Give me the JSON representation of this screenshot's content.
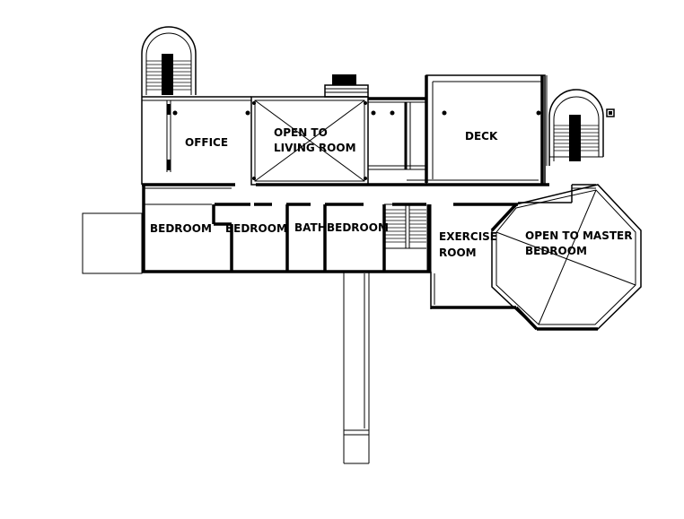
{
  "rooms": {
    "office": "OFFICE",
    "open_living_1": "OPEN TO",
    "open_living_2": "LIVING ROOM",
    "deck": "DECK",
    "bedroom_1": "BEDROOM",
    "bedroom_2": "BEDROOM",
    "bath": "BATH",
    "bedroom_3": "BEDROOM",
    "exercise_1": "EXERCISE",
    "exercise_2": "ROOM",
    "open_master_1": "OPEN TO MASTER",
    "open_master_2": "BEDROOM"
  },
  "colors": {
    "wall": "#000000",
    "background": "#ffffff"
  }
}
